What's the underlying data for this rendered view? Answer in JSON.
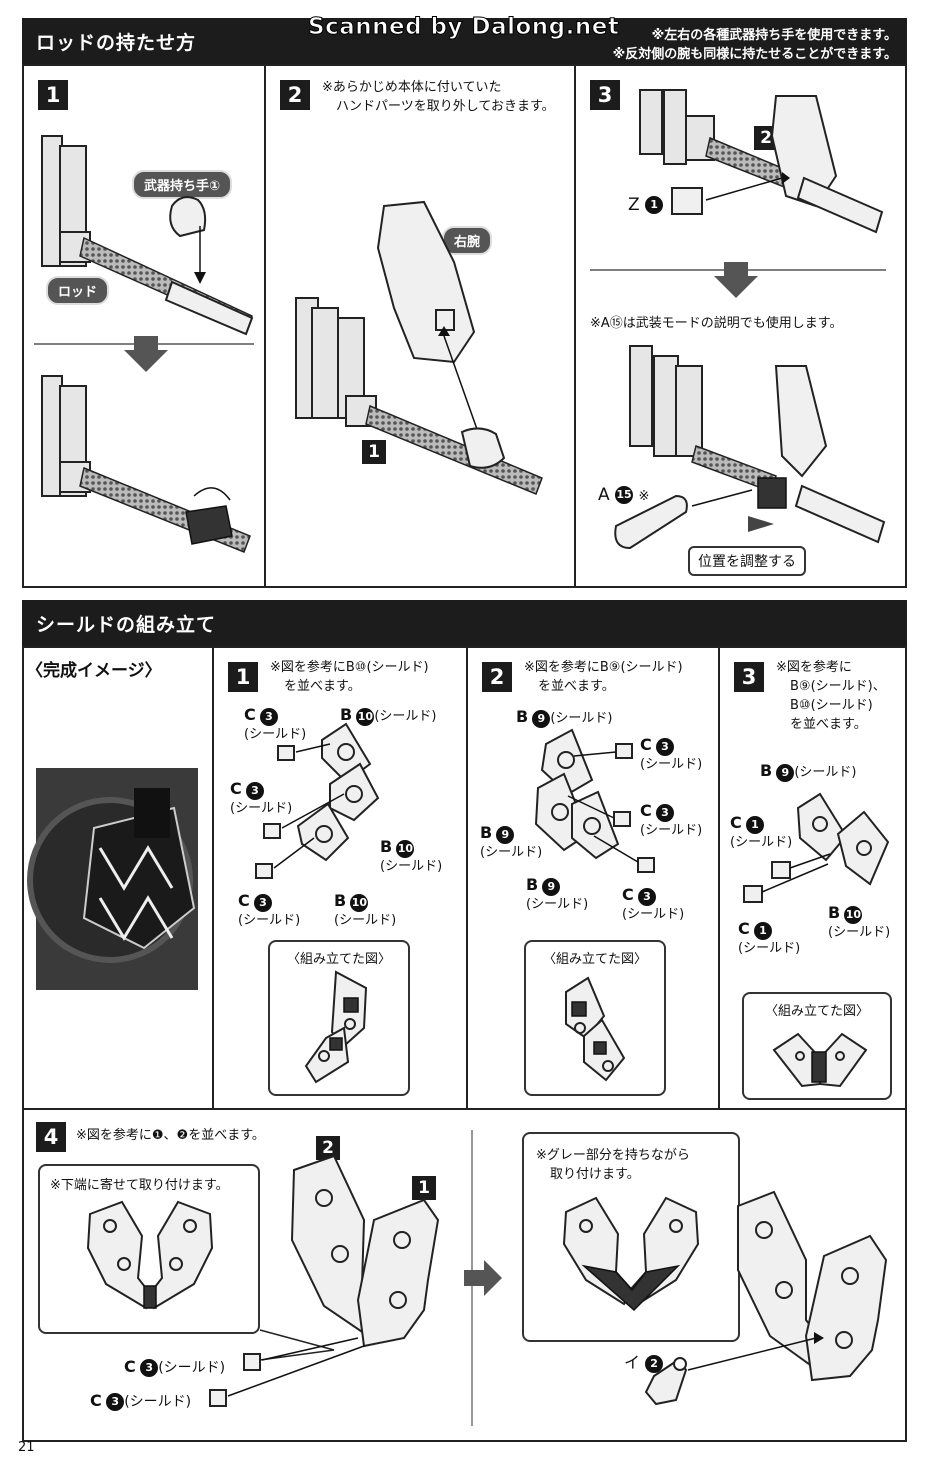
{
  "watermark": "Scanned by Dalong.net",
  "rod_section": {
    "title": "ロッドの持たせ方",
    "header_note_1": "※左右の各種武器持ち手を使用できます。",
    "header_note_2": "※反対側の腕も同様に持たせることができます。",
    "step1": {
      "num": "1",
      "pill_hand": "武器持ち手①",
      "pill_rod": "ロッド"
    },
    "step2": {
      "num": "2",
      "note_1": "※あらかじめ本体に付いていた",
      "note_2": "ハンドパーツを取り外しておきます。",
      "pill_arm": "右腕",
      "tag": "1"
    },
    "step3": {
      "num": "3",
      "tag": "2",
      "z_letter": "Z",
      "z_num": "1",
      "note": "※A⑮は武装モードの説明でも使用します。",
      "a_letter": "A",
      "a_num": "15",
      "a_mark": "※",
      "adjust_label": "位置を調整する"
    }
  },
  "shield_section": {
    "title": "シールドの組み立て",
    "complete_image_label": "〈完成イメージ〉",
    "assembled_label": "〈組み立てた図〉",
    "shield_word": "(シールド)",
    "step1": {
      "num": "1",
      "note_1": "※図を参考にB⑩(シールド)",
      "note_2": "を並べます。",
      "labels": [
        {
          "letter": "C",
          "num": "3"
        },
        {
          "letter": "B",
          "num": "10"
        },
        {
          "letter": "C",
          "num": "3"
        },
        {
          "letter": "B",
          "num": "10"
        },
        {
          "letter": "C",
          "num": "3"
        },
        {
          "letter": "B",
          "num": "10"
        }
      ]
    },
    "step2": {
      "num": "2",
      "note_1": "※図を参考にB⑨(シールド)",
      "note_2": "を並べます。",
      "labels": [
        {
          "letter": "B",
          "num": "9"
        },
        {
          "letter": "C",
          "num": "3"
        },
        {
          "letter": "C",
          "num": "3"
        },
        {
          "letter": "B",
          "num": "9"
        },
        {
          "letter": "B",
          "num": "9"
        },
        {
          "letter": "C",
          "num": "3"
        }
      ]
    },
    "step3": {
      "num": "3",
      "note_1": "※図を参考に",
      "note_2": "B⑨(シールド)、",
      "note_3": "B⑩(シールド)",
      "note_4": "を並べます。",
      "labels": [
        {
          "letter": "B",
          "num": "9"
        },
        {
          "letter": "C",
          "num": "1"
        },
        {
          "letter": "C",
          "num": "1"
        },
        {
          "letter": "B",
          "num": "10"
        }
      ]
    },
    "step4": {
      "num": "4",
      "note": "※図を参考に❶、❷を並べます。",
      "inset_note": "※下端に寄せて取り付けます。",
      "tag1": "1",
      "tag2": "2",
      "c_labels": [
        {
          "letter": "C",
          "num": "3"
        },
        {
          "letter": "C",
          "num": "3"
        }
      ],
      "gray_note_1": "※グレー部分を持ちながら",
      "gray_note_2": "取り付けます。",
      "i_letter": "イ",
      "i_num": "2"
    }
  },
  "page_number": "21"
}
